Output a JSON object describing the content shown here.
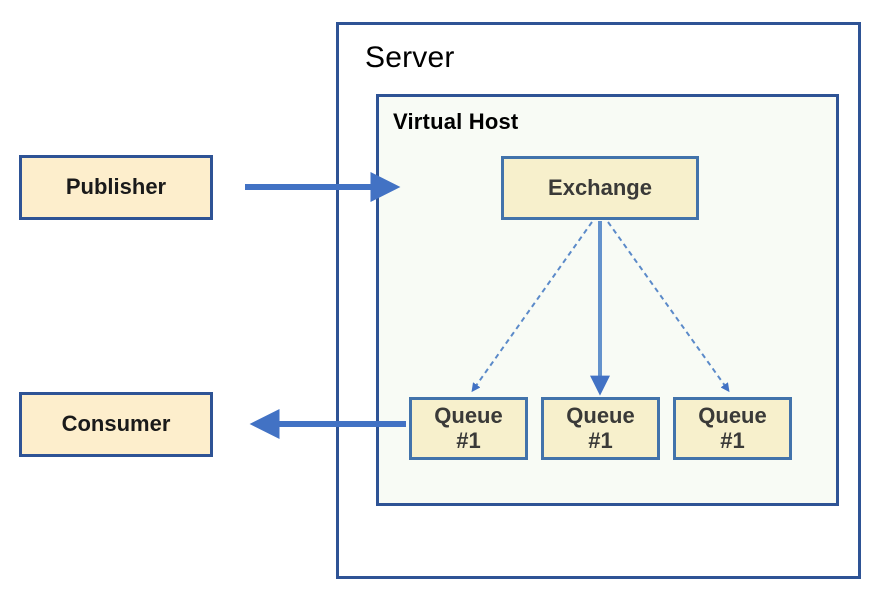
{
  "diagram": {
    "title": "RabbitMQ message broker architecture",
    "colors": {
      "container_border": "#2e5395",
      "node_border": "#4273ab",
      "actor_fill": "#fdeecc",
      "broker_fill": "#f7f0cc",
      "vhost_fill": "#f8fbf5",
      "arrow_blue": "#4272c4",
      "dashed_blue": "#5b8ac9",
      "text_dark": "#3a3a38",
      "background": "#ffffff"
    },
    "containers": [
      {
        "id": "server",
        "label": "Server"
      },
      {
        "id": "virtual-host",
        "label": "Virtual Host"
      }
    ],
    "nodes": [
      {
        "id": "publisher",
        "label": "Publisher"
      },
      {
        "id": "consumer",
        "label": "Consumer"
      },
      {
        "id": "exchange",
        "label": "Exchange"
      },
      {
        "id": "queue-1",
        "label": "Queue\n#1"
      },
      {
        "id": "queue-2",
        "label": "Queue\n#1"
      },
      {
        "id": "queue-3",
        "label": "Queue\n#1"
      }
    ],
    "connectors": [
      {
        "id": "publish-arrow",
        "from": "publisher",
        "to": "virtual-host",
        "style": "solid",
        "arrowheads": "end"
      },
      {
        "id": "consume-arrow",
        "from": "queue-1",
        "to": "consumer",
        "style": "solid",
        "arrowheads": "end"
      },
      {
        "id": "binding-left",
        "from": "exchange",
        "to": "queue-1",
        "style": "dashed",
        "arrowheads": "end"
      },
      {
        "id": "binding-center",
        "from": "exchange",
        "to": "queue-2",
        "style": "solid",
        "arrowheads": "end"
      },
      {
        "id": "binding-right",
        "from": "exchange",
        "to": "queue-3",
        "style": "dashed",
        "arrowheads": "end"
      }
    ]
  }
}
